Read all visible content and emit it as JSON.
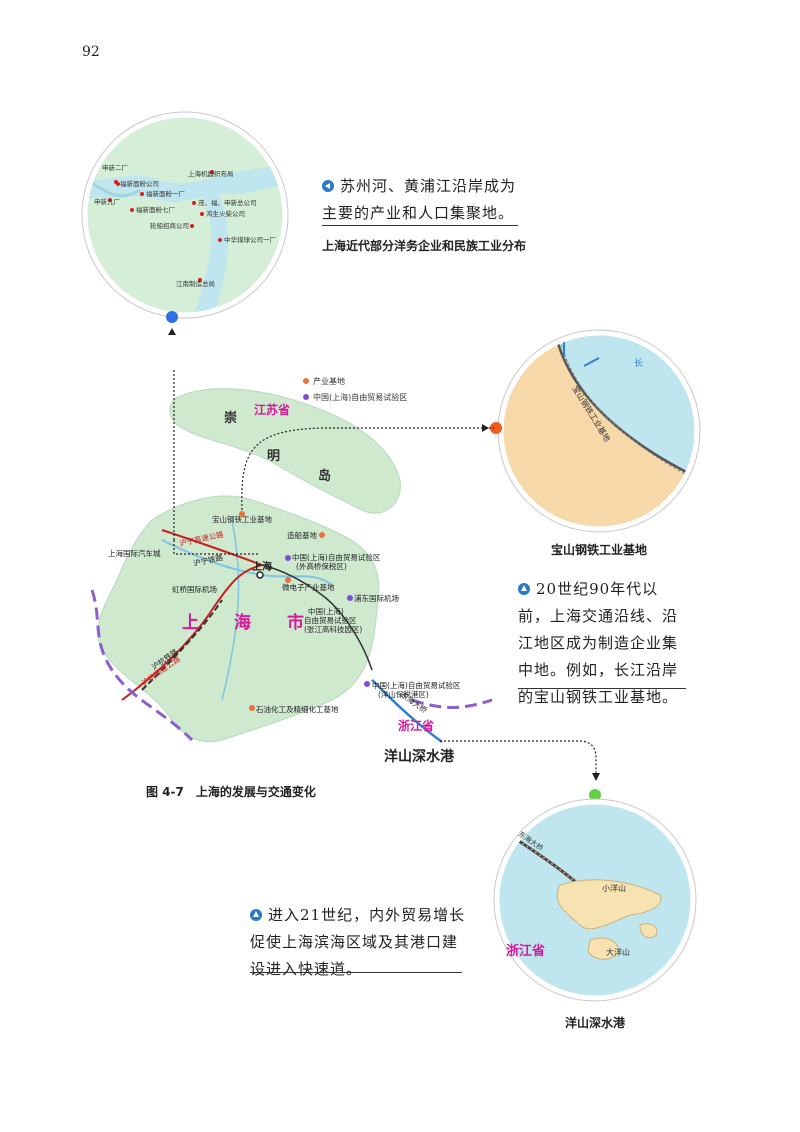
{
  "page_number": "92",
  "top_circle": {
    "labels": [
      "申新二厂",
      "福新面粉公司",
      "上海机器织布局",
      "申新九厂",
      "福新面粉一厂",
      "茂、福、申新总公司",
      "福新面粉七厂",
      "鸿生火柴公司",
      "轮船招商公司",
      "中华煤球公司一厂",
      "江南制造总局"
    ],
    "caption": "苏州河、黄浦江沿岸成为主要的产业和人口集聚地。",
    "title": "上海近代部分洋务企业和民族工业分布"
  },
  "baoshan_circle": {
    "inner_label": "宝山钢铁工业基地",
    "river_label": "长",
    "title": "宝山钢铁工业基地",
    "caption": "20世纪90年代以前，上海交通沿线、沿江地区成为制造企业集中地。例如，长江沿岸的宝山钢铁工业基地。"
  },
  "main_map": {
    "legend": [
      "产业基地",
      "中国(上海)自由贸易试验区"
    ],
    "province_labels": [
      "江苏省",
      "浙江省"
    ],
    "island_chars": [
      "崇",
      "明",
      "岛"
    ],
    "city_chars": [
      "上",
      "海",
      "市"
    ],
    "city_label": "上海",
    "place_labels": [
      "宝山钢铁工业基地",
      "造船基地",
      "上海国际汽车城",
      "中国(上海)自由贸易试验区",
      "(外高桥保税区)",
      "虹桥国际机场",
      "浦东国际机场",
      "微电子产业基地",
      "中国(上海)",
      "自由贸易试验区",
      "(张江高科技园区)",
      "中国(上海)自由贸易试验区",
      "(洋山保税港区)",
      "石油化工及精细化工基地",
      "东海大桥",
      "沪宁高速公路",
      "沪杭高速公路",
      "沪宁铁路",
      "沪杭铁路"
    ],
    "port_label": "洋山深水港",
    "figure_caption": "图 4-7　上海的发展与交通变化"
  },
  "yangshan_circle": {
    "labels": [
      "小洋山",
      "大洋山",
      "浙江省",
      "东海大桥"
    ],
    "title": "洋山深水港",
    "caption": "进入21世纪，内外贸易增长促使上海滨海区域及其港口建设进入快速道。"
  },
  "colors": {
    "sea": "#bfe6ef",
    "land": "#cfe9cf",
    "province_label": "#d6189a",
    "industry_dot": "#e8743b",
    "ftz_dot": "#7d4fd6",
    "blue_dot": "#2f6ee3",
    "orange_dot": "#f05a1e",
    "green_dot": "#5fd13f"
  }
}
